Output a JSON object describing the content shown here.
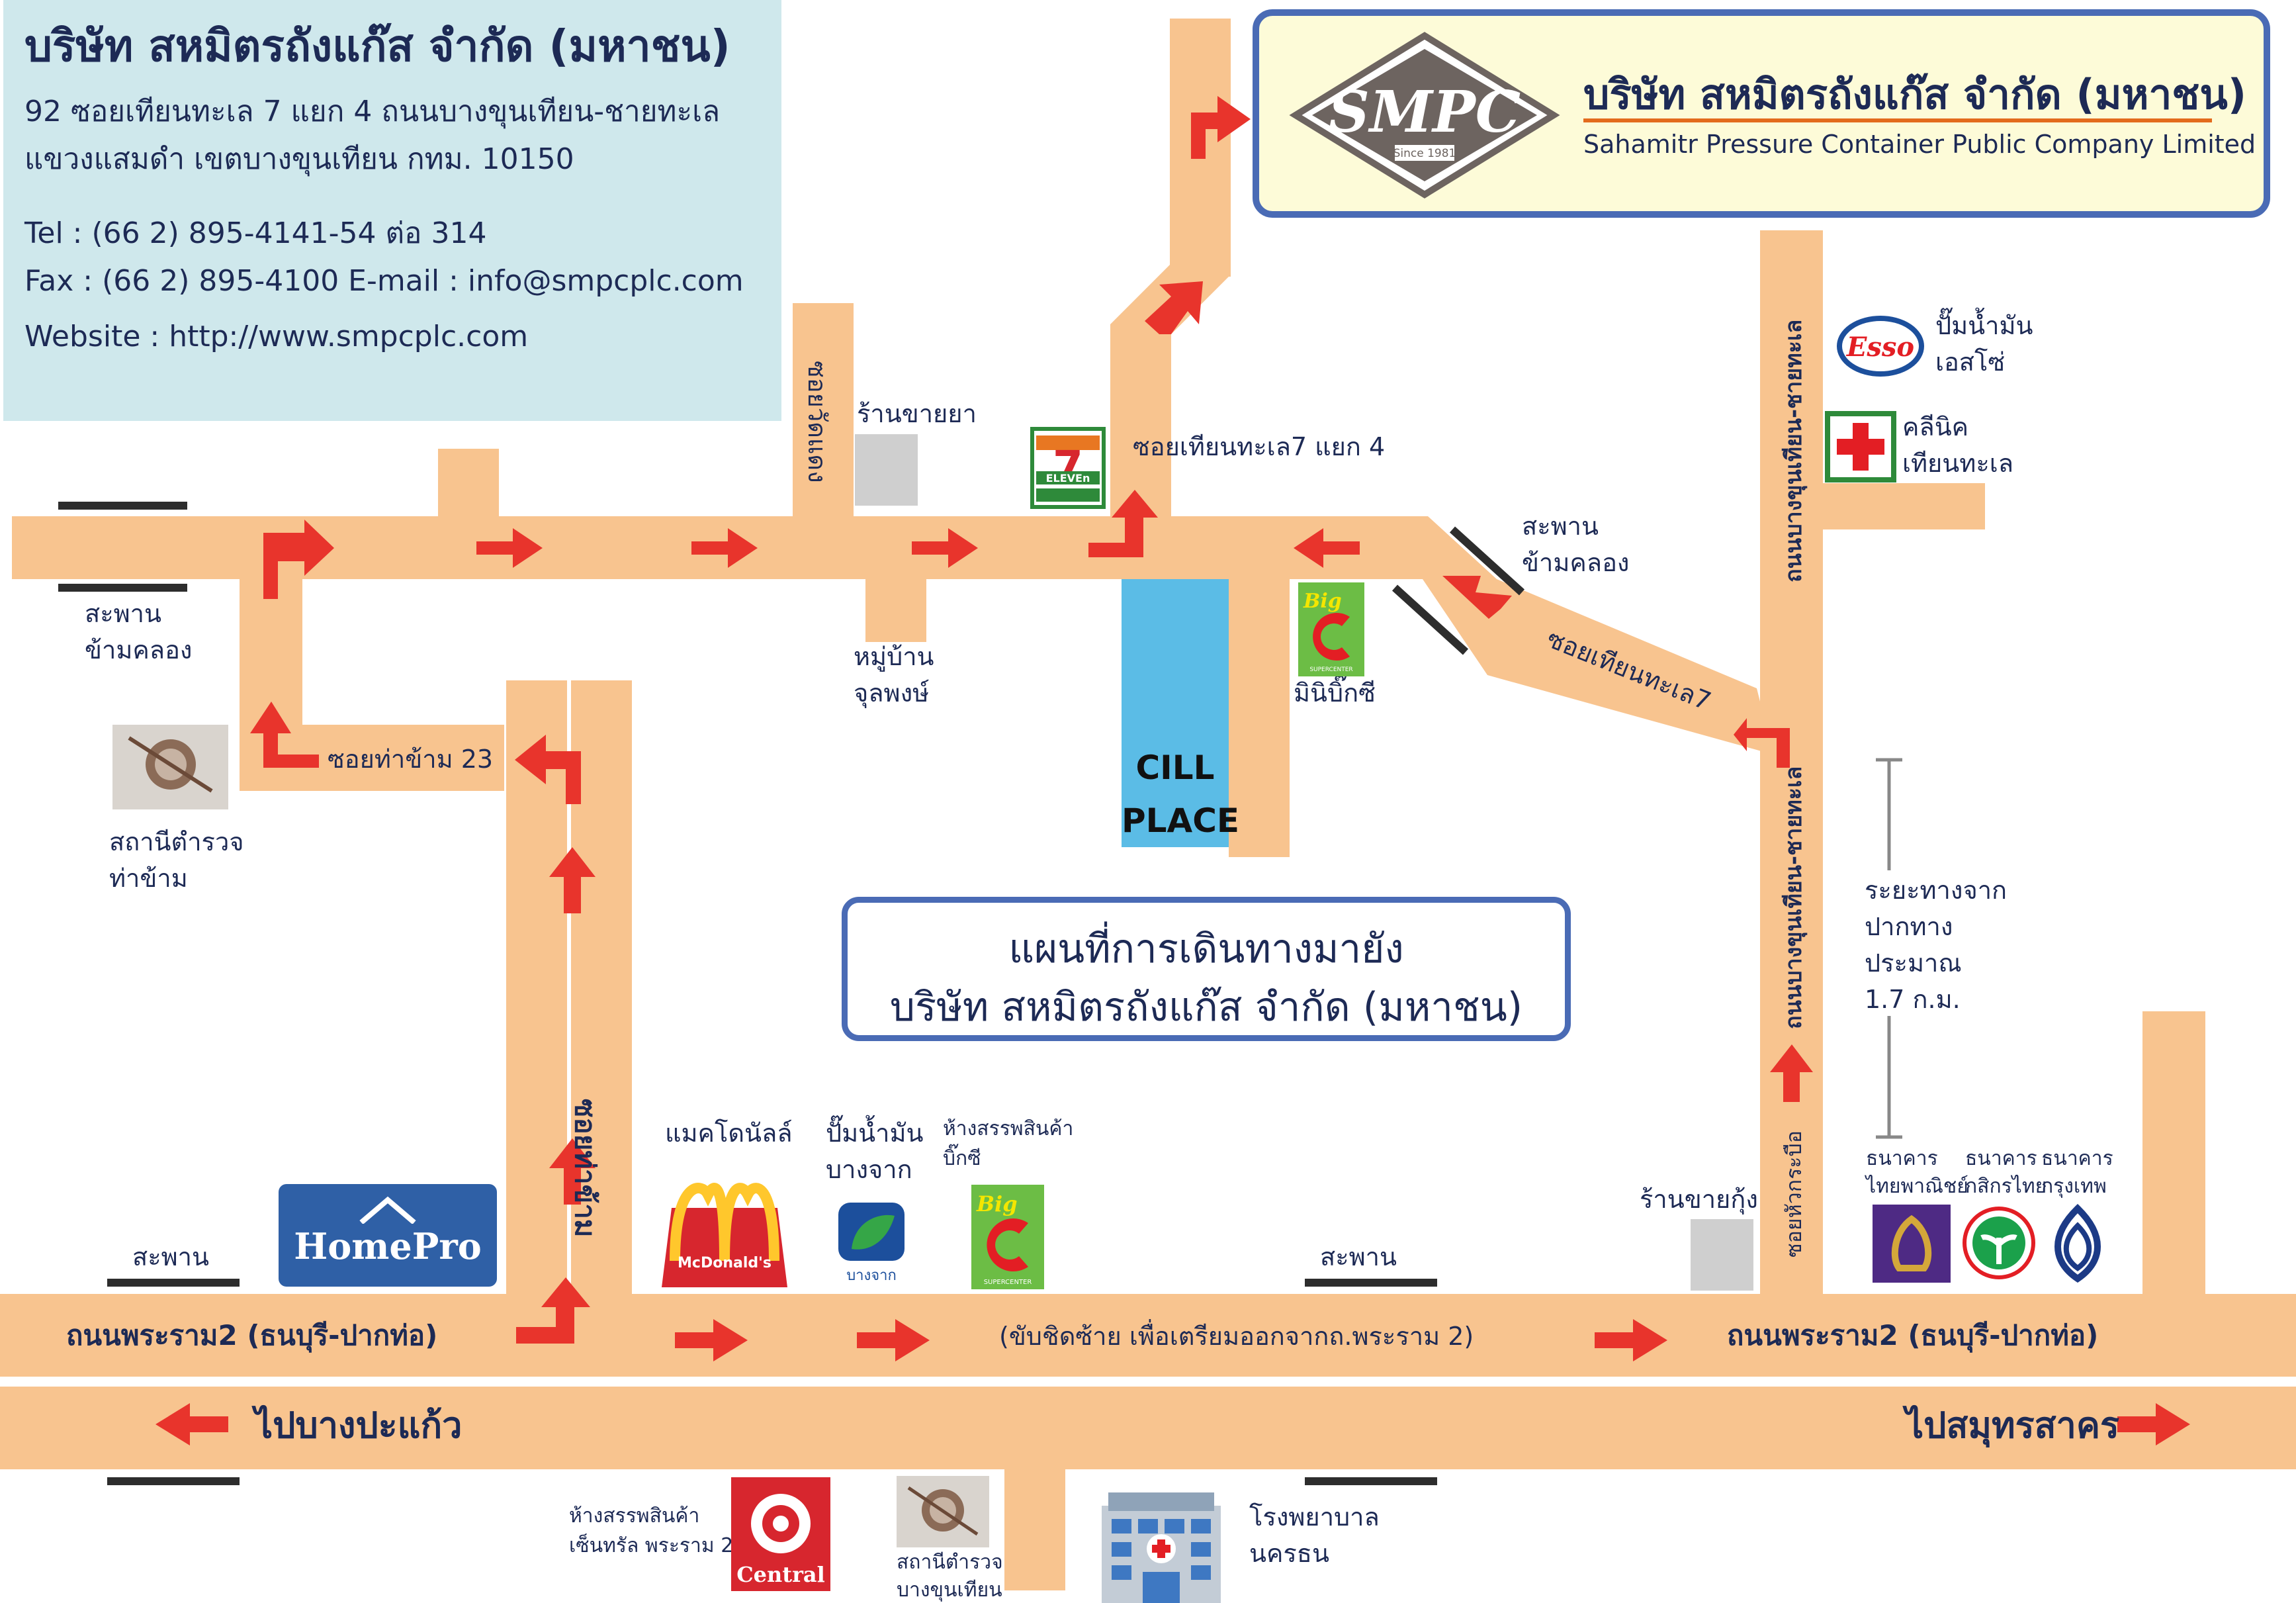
{
  "company": {
    "name_th": "บริษัท สหมิตรถังแก๊ส จำกัด (มหาชน)",
    "name_en": "Sahamitr Pressure Container Public Company Limited",
    "logo_text": "SMPC",
    "logo_since": "Since 1981"
  },
  "info": {
    "address_1": "92 ซอยเทียนทะเล 7 แยก 4  ถนนบางขุนเทียน-ชายทะเล",
    "address_2": "แขวงแสมดำ  เขตบางขุนเทียน  กทม. 10150",
    "tel": "Tel : (66 2) 895-4141-54 ต่อ 314",
    "fax_email": "Fax : (66 2) 895-4100    E-mail : info@smpcplc.com",
    "website": "Website : http://www.smpcplc.com"
  },
  "title": {
    "line1": "แผนที่การเดินทางมายัง",
    "line2": "บริษัท สหมิตรถังแก๊ส จำกัด  (มหาชน)"
  },
  "roads": {
    "rama2_left": "ถนนพระราม2 (ธนบุรี-ปากท่อ)",
    "rama2_right": "ถนนพระราม2 (ธนบุรี-ปากท่อ)",
    "keep_left": "(ขับชิดซ้าย เพื่อเตรียมออกจากถ.พระราม 2)",
    "to_bangpakaeo": "ไปบางปะแก้ว",
    "to_samutsakhon": "ไปสมุทรสาคร",
    "soi_tha_kham": "ซอยท่าข้าม",
    "soi_tha_kham_23": "ซอยท่าข้าม 23",
    "soi_wat_daeng": "ซอยวัดแดง",
    "soi_7_4": "ซอยเทียนทะเล7 แยก 4",
    "soi_7": "ซอยเทียนทะเล7",
    "bangkhuntian_top": "ถนนบางขุนเทียน-ชายทะเล",
    "bangkhuntian_mid": "ถนนบางขุนเทียน-ชายทะเล",
    "soi_huakrabue": "ซอยหัวกระบือ"
  },
  "places": {
    "bridge_left": "สะพาน\nข้ามคลอง",
    "bridge_right": "สะพาน\nข้ามคลอง",
    "police_thakham": "สถานีตำรวจ\nท่าข้าม",
    "pharmacy": "ร้านขายยา",
    "village": "หมู่บ้าน\nจุลพงษ์",
    "mini_bigc": "มินิบิ๊กซี",
    "cill_place": "CILL\nPLACE",
    "esso": "ปั๊มน้ำมัน\nเอสโซ่",
    "clinic": "คลีนิค\nเทียนทะเล",
    "distance": "ระยะทางจาก\nปากทาง\nประมาณ\n1.7 ก.ม.",
    "mcdonalds": "แมคโดนัลล์",
    "bangchak": "ปั๊มน้ำมัน\nบางจาก",
    "bigc_dept": "ห้างสรรพสินค้า\nบิ๊กซี",
    "shrimp_shop": "ร้านขายกุ้ง",
    "bridge_bottom_left": "สะพาน",
    "bridge_bottom_mid": "สะพาน",
    "bank_scb": "ธนาคาร\nไทยพาณิชย์",
    "bank_kbank": "ธนาคาร\nกสิกรไทย",
    "bank_bbl": "ธนาคาร\nกรุงเทพ",
    "central": "ห้างสรรพสินค้า\nเซ็นทรัล พระราม 2",
    "police_bangkhuntian": "สถานีตำรวจ\nบางขุนเทียน",
    "hospital": "โรงพยาบาล\nนครธน"
  },
  "logos": {
    "homepro": "HomePro",
    "seven_eleven": "ELEVEn",
    "bigc": "Big",
    "supercenter": "SUPERCENTER",
    "mcdonalds": "McDonald's",
    "bangchak": "บางจาก",
    "esso": "Esso",
    "central": "Central"
  },
  "colors": {
    "road": "#f8c48f",
    "arrow": "#e8342c",
    "text": "#1d2a55",
    "frame": "#4a6bb5",
    "info_bg": "#cfe8ec",
    "logo_bg": "#fdfbd8",
    "building": "#5bbce6"
  }
}
